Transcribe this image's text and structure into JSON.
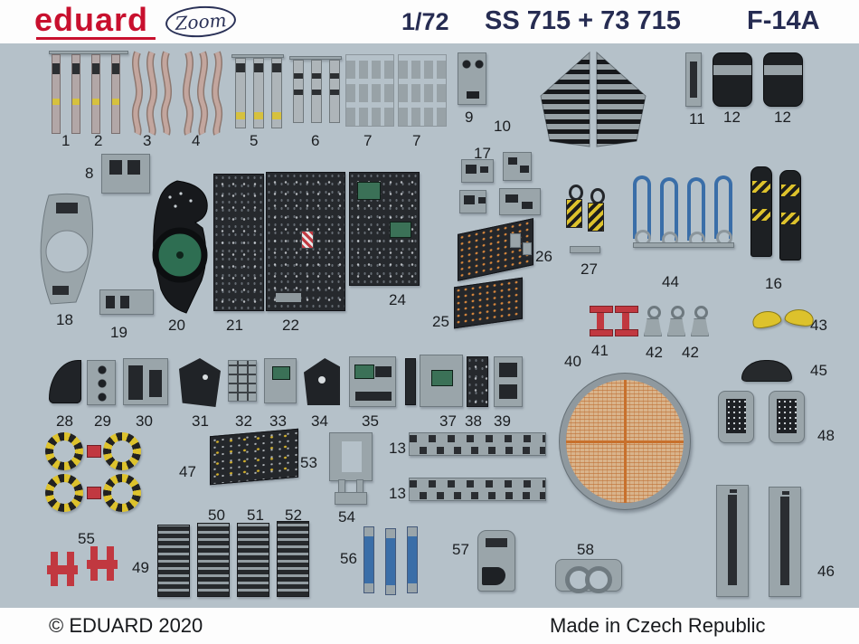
{
  "header": {
    "brand": "eduard",
    "logo_script": "Zoom",
    "scale": "1/72",
    "product_code": "SS 715 + 73 715",
    "aircraft": "F-14A"
  },
  "footer": {
    "copyright": "© EDUARD 2020",
    "origin": "Made in Czech Republic"
  },
  "colors": {
    "board": "#b5c1c9",
    "brand_red": "#c8102e",
    "header_ink": "#262c52",
    "metal": "#9aa5aa",
    "panel_dark": "#24272b",
    "warning_yellow": "#ddc22c",
    "signal_red": "#c13840",
    "handle_blue": "#3a6ea8",
    "mesh_tan": "#d9b48c",
    "mesh_orange": "#c8702c",
    "screen_green": "#3b7157"
  },
  "labels": {
    "n1": "1",
    "n2": "2",
    "n3": "3",
    "n4": "4",
    "n5": "5",
    "n6": "6",
    "n7a": "7",
    "n7b": "7",
    "n8": "8",
    "n9": "9",
    "n10": "10",
    "n11": "11",
    "n12a": "12",
    "n12b": "12",
    "n13a": "13",
    "n13b": "13",
    "n16": "16",
    "n17": "17",
    "n18": "18",
    "n19": "19",
    "n20": "20",
    "n21": "21",
    "n22": "22",
    "n24": "24",
    "n25": "25",
    "n26": "26",
    "n27": "27",
    "n28": "28",
    "n29": "29",
    "n30": "30",
    "n31": "31",
    "n32": "32",
    "n33": "33",
    "n34": "34",
    "n35": "35",
    "n37": "37",
    "n38": "38",
    "n39": "39",
    "n40": "40",
    "n41": "41",
    "n42a": "42",
    "n42b": "42",
    "n43": "43",
    "n44": "44",
    "n45": "45",
    "n46": "46",
    "n47": "47",
    "n48": "48",
    "n49": "49",
    "n50": "50",
    "n51": "51",
    "n52": "52",
    "n53": "53",
    "n54": "54",
    "n55": "55",
    "n56": "56",
    "n57": "57",
    "n58": "58"
  }
}
